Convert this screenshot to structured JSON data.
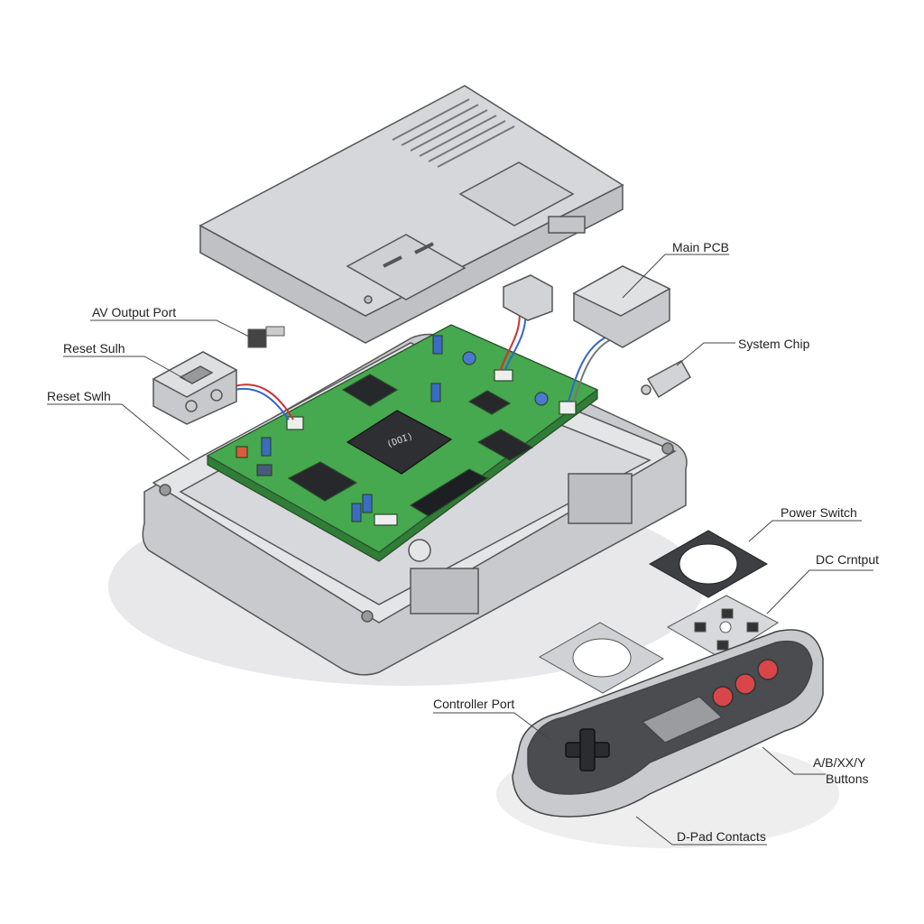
{
  "labels": {
    "main_pcb": "Main PCB",
    "av_output_port": "AV Output Port",
    "reset_sulh": "Reset Sulh",
    "reset_swlh": "Reset Swlh",
    "system_chip": "System Chip",
    "power_switch": "Power Switch",
    "dc_output": "DC Crntput",
    "controller_port": "Controller Port",
    "buttons_line1": "A/B/XX/Y",
    "buttons_line2": "Buttons",
    "dpad_contacts": "D-Pad Contacts"
  },
  "chip_marking": "(DOI)",
  "colors": {
    "plastic": "#d9dadd",
    "pcb": "#3fa34a",
    "button_red": "#d9464a",
    "controller_dark": "#4a4c50"
  }
}
